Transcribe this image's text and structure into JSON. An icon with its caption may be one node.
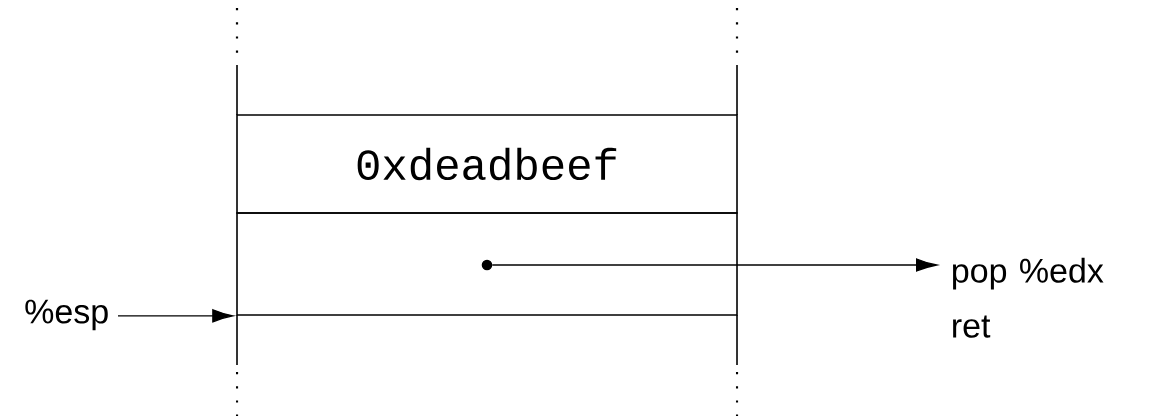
{
  "diagram": {
    "nodes": [
      {
        "text": [
          "0xdeadbeef"
        ]
      },
      {
        "text": [],
        "shape": "box"
      },
      {
        "text": [],
        "shape": "circle",
        "in": 1
      },
      {
        "text": [
          "pop %edx ret"
        ]
      },
      {
        "text": [
          "%esp"
        ]
      }
    ],
    "edges": [
      {
        "from": 2,
        "to": 3,
        "arrow": "to"
      },
      {
        "from": 4,
        "to": 1,
        "arrow": "to"
      }
    ]
  }
}
